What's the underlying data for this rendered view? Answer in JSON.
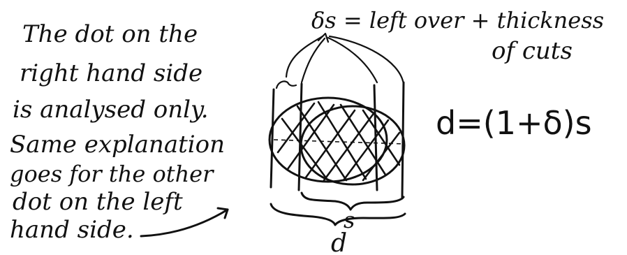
{
  "note": {
    "lines": [
      "The dot on the",
      "right hand side",
      "is analysed only.",
      "Same explanation",
      "goes for the other",
      "dot on the left",
      "hand side."
    ]
  },
  "header": {
    "line1": "δs = left over + thickness",
    "line2": "of cuts"
  },
  "formula": "d=(1+δ)s",
  "labels": {
    "s": "s",
    "d": "d"
  }
}
